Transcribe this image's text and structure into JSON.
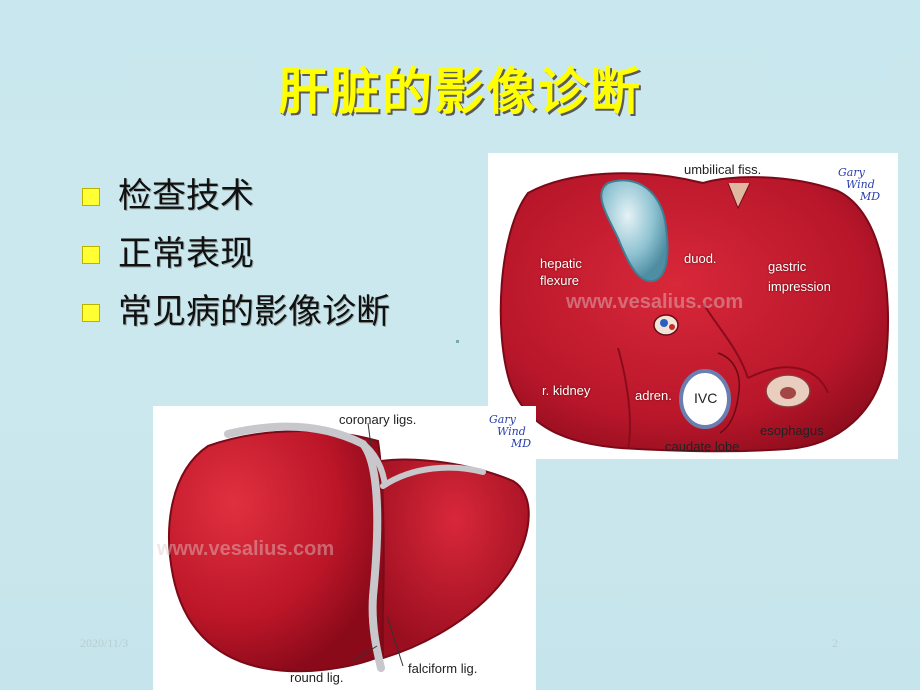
{
  "slide": {
    "title": "肝脏的影像诊断",
    "bullets": [
      "检查技术",
      "正常表现",
      "常见病的影像诊断"
    ],
    "footer_date": "2020/11/3",
    "page_number": "2"
  },
  "figure_inferior": {
    "labels": {
      "umbilical": "umbilical fiss.",
      "hepatic": "hepatic",
      "flexure": "flexure",
      "duod": "duod.",
      "gastric": "gastric",
      "impression": "impression",
      "kidney": "r. kidney",
      "adren": "adren.",
      "ivc": "IVC",
      "caudate": "caudate lobe",
      "esophagus": "esophagus"
    },
    "watermark": "www.vesalius.com",
    "signature": [
      "Gary",
      "Wind",
      "MD"
    ]
  },
  "figure_anterior": {
    "labels": {
      "coronary": "coronary ligs.",
      "round": "round lig.",
      "falciform": "falciform lig."
    },
    "watermark": "www.vesalius.com",
    "signature": [
      "Gary",
      "Wind",
      "MD"
    ]
  }
}
